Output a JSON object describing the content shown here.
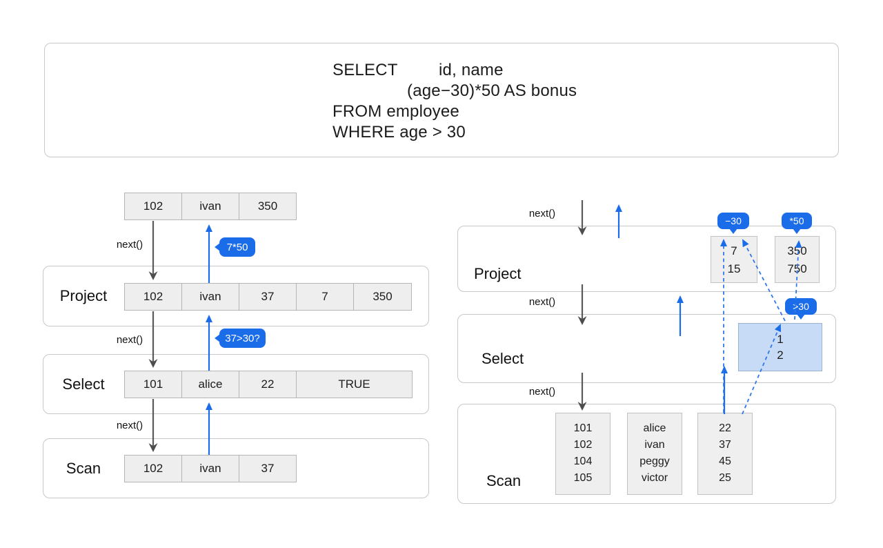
{
  "colors": {
    "accent": "#1a6ce9",
    "arrow_gray": "#4d4d4d",
    "cell_fill": "#eeeeee",
    "cell_border": "#b5b5b5",
    "panel_border": "#c8c8c8",
    "selection_fill": "#c7dbf7",
    "selection_border": "#9db4d0"
  },
  "sql": {
    "keyword": "SELECT",
    "select_list_line1": "id, name",
    "select_list_line2": "(age−30)*50 AS bonus",
    "from_line": "FROM employee",
    "where_line": "WHERE age > 30"
  },
  "left_pipeline": {
    "next_call_label": "next()",
    "output_row": {
      "cells": [
        "102",
        "ivan",
        "350"
      ]
    },
    "project": {
      "name": "Project",
      "row": [
        "102",
        "ivan",
        "37",
        "7",
        "350"
      ],
      "bubble": "7*50"
    },
    "select": {
      "name": "Select",
      "row": [
        "101",
        "alice",
        "22",
        "TRUE"
      ],
      "bubble": "37>30?"
    },
    "scan": {
      "name": "Scan",
      "row": [
        "102",
        "ivan",
        "37"
      ]
    }
  },
  "right_pipeline": {
    "next_call_label": "next()",
    "project": {
      "name": "Project",
      "diff_bubble": "−30",
      "mult_bubble": "*50",
      "diff_vector": [
        "7",
        "15"
      ],
      "bonus_vector": [
        "350",
        "750"
      ]
    },
    "select": {
      "name": "Select",
      "predicate_bubble": ">30",
      "selection_vector": [
        "1",
        "2"
      ]
    },
    "scan": {
      "name": "Scan",
      "id_column": [
        "101",
        "102",
        "104",
        "105"
      ],
      "name_column": [
        "alice",
        "ivan",
        "peggy",
        "victor"
      ],
      "age_column": [
        "22",
        "37",
        "45",
        "25"
      ]
    }
  }
}
